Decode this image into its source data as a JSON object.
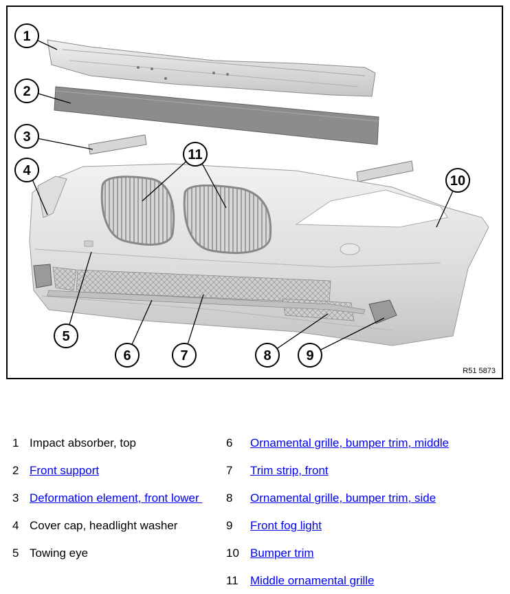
{
  "diagram": {
    "reference_code": "R51 5873",
    "callouts": [
      "1",
      "2",
      "3",
      "4",
      "5",
      "6",
      "7",
      "8",
      "9",
      "10",
      "11"
    ]
  },
  "legend": [
    {
      "num": "1",
      "text": "Impact absorber, top",
      "is_link": false
    },
    {
      "num": "2",
      "text": "Front support",
      "is_link": true
    },
    {
      "num": "3",
      "text": "Deformation element, front lower ",
      "is_link": true
    },
    {
      "num": "4",
      "text": "Cover cap, headlight washer",
      "is_link": false
    },
    {
      "num": "5",
      "text": "Towing eye",
      "is_link": false
    },
    {
      "num": "6",
      "text": "Ornamental grille, bumper trim, middle",
      "is_link": true
    },
    {
      "num": "7",
      "text": "Trim strip, front",
      "is_link": true
    },
    {
      "num": "8",
      "text": "Ornamental grille, bumper trim, side",
      "is_link": true
    },
    {
      "num": "9",
      "text": "Front fog light",
      "is_link": true
    },
    {
      "num": "10",
      "text": "Bumper trim",
      "is_link": true
    },
    {
      "num": "11",
      "text": "Middle ornamental grille",
      "is_link": true
    }
  ],
  "colors": {
    "link": "#0000ee",
    "part_fill": "#e4e4e4",
    "part_shade": "#c8c8c8",
    "support_fill": "#8c8c8c"
  }
}
